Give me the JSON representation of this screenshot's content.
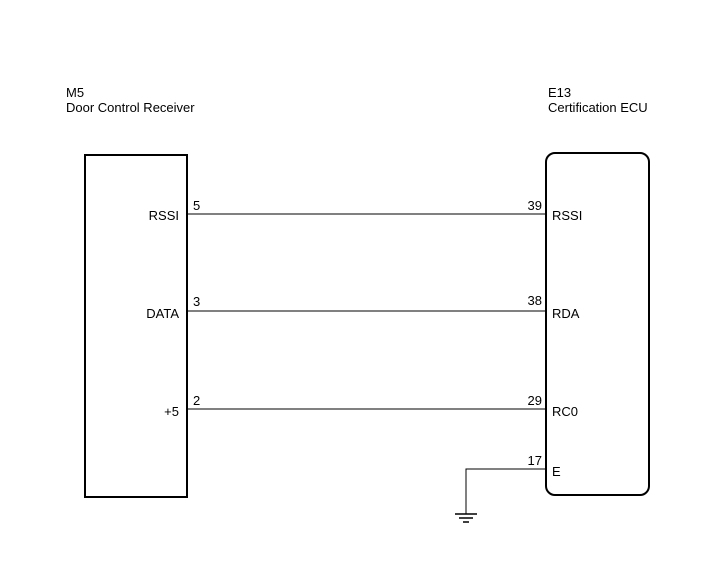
{
  "components": {
    "left": {
      "code": "M5",
      "name": "Door Control Receiver",
      "terminals": [
        {
          "label": "RSSI",
          "pin": "5"
        },
        {
          "label": "DATA",
          "pin": "3"
        },
        {
          "label": "+5",
          "pin": "2"
        }
      ]
    },
    "right": {
      "code": "E13",
      "name": "Certification ECU",
      "terminals": [
        {
          "label": "RSSI",
          "pin": "39"
        },
        {
          "label": "RDA",
          "pin": "38"
        },
        {
          "label": "RC0",
          "pin": "29"
        },
        {
          "label": "E",
          "pin": "17"
        }
      ]
    }
  },
  "connections": [
    {
      "from": "M5-5",
      "to": "E13-39"
    },
    {
      "from": "M5-3",
      "to": "E13-38"
    },
    {
      "from": "M5-2",
      "to": "E13-29"
    },
    {
      "from": "E13-17",
      "to": "ground"
    }
  ]
}
